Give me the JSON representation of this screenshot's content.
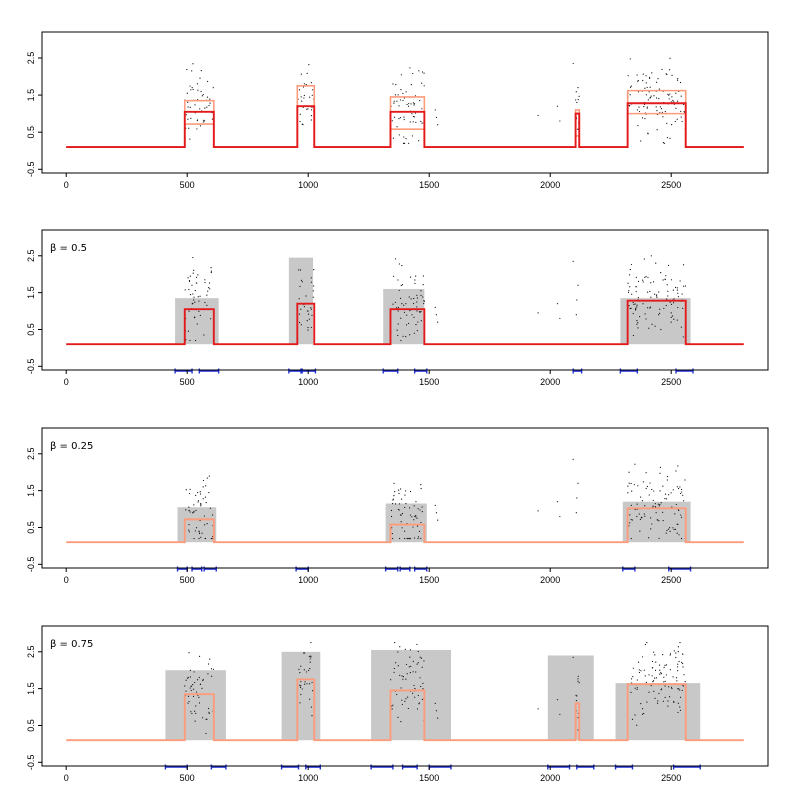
{
  "chart_data": [
    {
      "type": "line",
      "panel_label": "",
      "xlim": [
        -100,
        2900
      ],
      "ylim": [
        -0.6,
        3.2
      ],
      "x_ticks": [
        0,
        500,
        1000,
        1500,
        2000,
        2500
      ],
      "x_tick_labels": [
        "0",
        "500",
        "1000",
        "1500",
        "2000",
        "2500"
      ],
      "y_ticks": [
        -0.5,
        0.5,
        1.5,
        2.5
      ],
      "y_tick_labels": [
        "-0.5",
        "0.5",
        "1.5",
        "2.5"
      ],
      "baseline": 0.1,
      "segments": [
        {
          "start": 490,
          "end": 610,
          "median": 1.05,
          "lower": 0.72,
          "upper": 1.35
        },
        {
          "start": 955,
          "end": 1025,
          "median": 1.2,
          "lower": 1.2,
          "upper": 1.75
        },
        {
          "start": 1340,
          "end": 1480,
          "median": 1.05,
          "lower": 0.58,
          "upper": 1.45
        },
        {
          "start": 2105,
          "end": 2120,
          "median": 1.0,
          "lower": 0.4,
          "upper": 1.1
        },
        {
          "start": 2320,
          "end": 2560,
          "median": 1.28,
          "lower": 1.0,
          "upper": 1.62
        }
      ],
      "colors": {
        "median": "#e31a1c",
        "bounds": "#fc9c7c",
        "points": "#111111"
      }
    },
    {
      "type": "line",
      "panel_label": "β = 0.5",
      "xlim": [
        -100,
        2900
      ],
      "ylim": [
        -0.6,
        3.2
      ],
      "x_ticks": [
        0,
        500,
        1000,
        1500,
        2000,
        2500
      ],
      "x_tick_labels": [
        "0",
        "500",
        "1000",
        "1500",
        "2000",
        "2500"
      ],
      "y_ticks": [
        -0.5,
        0.5,
        1.5,
        2.5
      ],
      "y_tick_labels": [
        "-0.5",
        "0.5",
        "1.5",
        "2.5"
      ],
      "baseline": 0.1,
      "step_color": "#e31a1c",
      "steps": [
        {
          "start": 490,
          "end": 610,
          "level": 1.05
        },
        {
          "start": 955,
          "end": 1025,
          "level": 1.2
        },
        {
          "start": 1340,
          "end": 1480,
          "level": 1.05
        },
        {
          "start": 2320,
          "end": 2560,
          "level": 1.28
        }
      ],
      "bands": [
        {
          "start": 450,
          "end": 630,
          "top": 1.35
        },
        {
          "start": 920,
          "end": 1020,
          "top": 2.45
        },
        {
          "start": 1310,
          "end": 1480,
          "top": 1.6
        },
        {
          "start": 2290,
          "end": 2580,
          "top": 1.35
        }
      ],
      "change_point_intervals": [
        [
          450,
          520
        ],
        [
          550,
          630
        ],
        [
          920,
          970
        ],
        [
          975,
          1030
        ],
        [
          1310,
          1370
        ],
        [
          1440,
          1490
        ],
        [
          2095,
          2130
        ],
        [
          2290,
          2360
        ],
        [
          2520,
          2590
        ]
      ]
    },
    {
      "type": "line",
      "panel_label": "β = 0.25",
      "xlim": [
        -100,
        2900
      ],
      "ylim": [
        -0.6,
        3.2
      ],
      "x_ticks": [
        0,
        500,
        1000,
        1500,
        2000,
        2500
      ],
      "x_tick_labels": [
        "0",
        "500",
        "1000",
        "1500",
        "2000",
        "2500"
      ],
      "y_ticks": [
        -0.5,
        0.5,
        1.5,
        2.5
      ],
      "y_tick_labels": [
        "-0.5",
        "0.5",
        "1.5",
        "2.5"
      ],
      "baseline": 0.1,
      "step_color": "#fc9c7c",
      "steps": [
        {
          "start": 490,
          "end": 610,
          "level": 0.72
        },
        {
          "start": 1340,
          "end": 1480,
          "level": 0.58
        },
        {
          "start": 2320,
          "end": 2560,
          "level": 1.02
        }
      ],
      "bands": [
        {
          "start": 460,
          "end": 620,
          "top": 1.05
        },
        {
          "start": 1320,
          "end": 1490,
          "top": 1.15
        },
        {
          "start": 2300,
          "end": 2580,
          "top": 1.2
        }
      ],
      "change_point_intervals": [
        [
          460,
          500
        ],
        [
          520,
          560
        ],
        [
          570,
          620
        ],
        [
          950,
          1000
        ],
        [
          1320,
          1370
        ],
        [
          1380,
          1420
        ],
        [
          1440,
          1490
        ],
        [
          2300,
          2350
        ],
        [
          2490,
          2580
        ]
      ]
    },
    {
      "type": "line",
      "panel_label": "β = 0.75",
      "xlim": [
        -100,
        2900
      ],
      "ylim": [
        -0.6,
        3.2
      ],
      "x_ticks": [
        0,
        500,
        1000,
        1500,
        2000,
        2500
      ],
      "x_tick_labels": [
        "0",
        "500",
        "1000",
        "1500",
        "2000",
        "2500"
      ],
      "y_ticks": [
        -0.5,
        0.5,
        1.5,
        2.5
      ],
      "y_tick_labels": [
        "-0.5",
        "0.5",
        "1.5",
        "2.5"
      ],
      "baseline": 0.1,
      "step_color": "#fc9c7c",
      "steps": [
        {
          "start": 490,
          "end": 610,
          "level": 1.35
        },
        {
          "start": 955,
          "end": 1025,
          "level": 1.75
        },
        {
          "start": 1340,
          "end": 1480,
          "level": 1.45
        },
        {
          "start": 2105,
          "end": 2120,
          "level": 1.1
        },
        {
          "start": 2320,
          "end": 2560,
          "level": 1.62
        }
      ],
      "bands": [
        {
          "start": 410,
          "end": 660,
          "top": 2.0
        },
        {
          "start": 890,
          "end": 1050,
          "top": 2.5
        },
        {
          "start": 1260,
          "end": 1590,
          "top": 2.55
        },
        {
          "start": 1990,
          "end": 2180,
          "top": 2.4
        },
        {
          "start": 2270,
          "end": 2620,
          "top": 1.65
        }
      ],
      "change_point_intervals": [
        [
          410,
          500
        ],
        [
          600,
          660
        ],
        [
          890,
          960
        ],
        [
          990,
          1050
        ],
        [
          1260,
          1350
        ],
        [
          1390,
          1450
        ],
        [
          1500,
          1590
        ],
        [
          1990,
          2080
        ],
        [
          2110,
          2180
        ],
        [
          2270,
          2340
        ],
        [
          2510,
          2620
        ]
      ]
    }
  ]
}
